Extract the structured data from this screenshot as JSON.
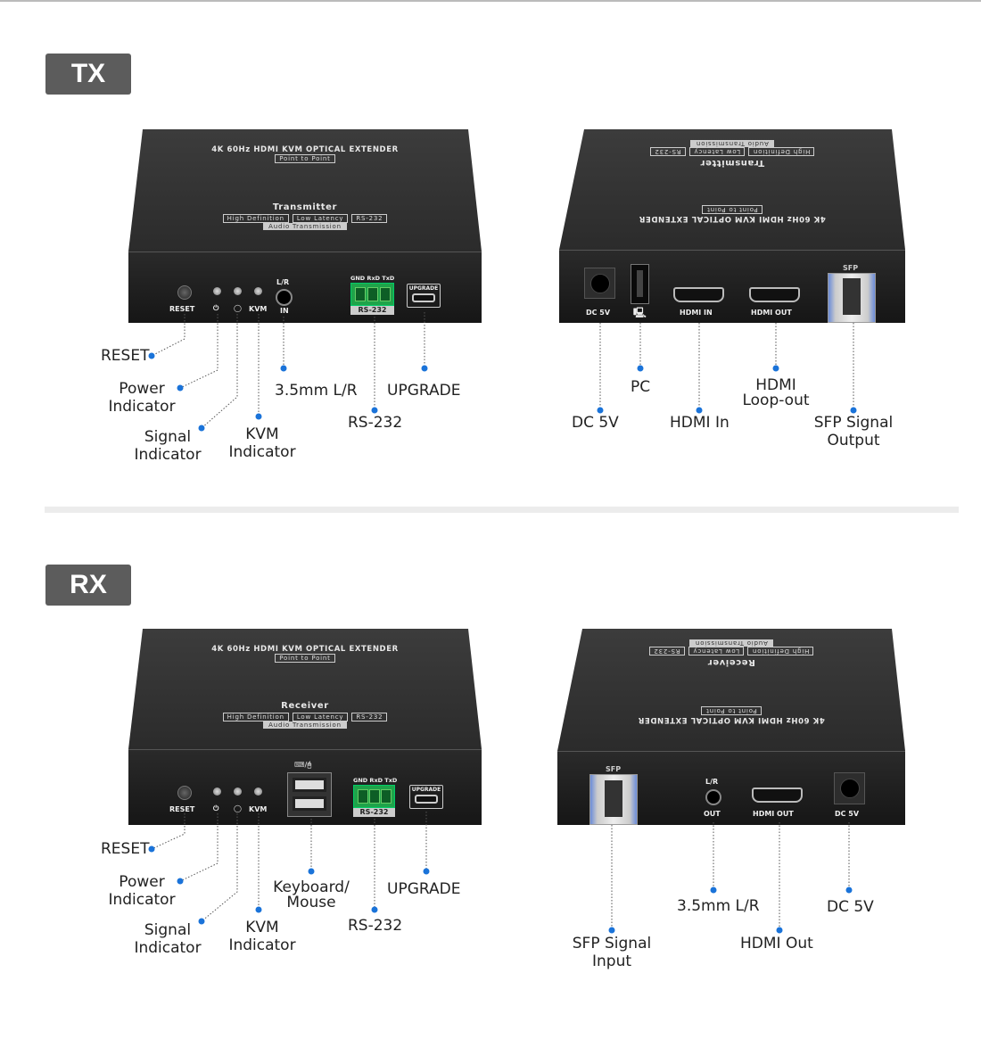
{
  "device": {
    "title": "4K 60Hz HDMI KVM OPTICAL EXTENDER",
    "subtitle": "Point to Point",
    "tags": [
      "High Definition",
      "Low Latency",
      "RS-232"
    ],
    "audio": "Audio Transmission"
  },
  "tx": {
    "badge": "TX",
    "model": "Transmitter",
    "front_ports": {
      "reset": "RESET",
      "power": "⏻",
      "signal": "◯",
      "kvm": "KVM",
      "lr": "L/R",
      "in": "IN",
      "pins": "GND RxD TxD",
      "rs232": "RS-232",
      "upgrade": "UPGRADE"
    },
    "back_ports": {
      "dc": "DC 5V",
      "pc": "🖳",
      "hdmi_in": "HDMI IN",
      "hdmi_out": "HDMI OUT",
      "sfp": "SFP"
    },
    "labels": {
      "reset": "RESET",
      "power": [
        "Power",
        "Indicator"
      ],
      "signal": [
        "Signal",
        "Indicator"
      ],
      "kvm": [
        "KVM",
        "Indicator"
      ],
      "audio": "3.5mm L/R",
      "rs232": "RS-232",
      "upgrade": "UPGRADE",
      "dc": "DC 5V",
      "pc": "PC",
      "hdmi_in": "HDMI In",
      "loop": [
        "HDMI",
        "Loop-out"
      ],
      "sfp": [
        "SFP Signal",
        "Output"
      ]
    }
  },
  "rx": {
    "badge": "RX",
    "model": "Receiver",
    "front_ports": {
      "reset": "RESET",
      "power": "⏻",
      "signal": "◯",
      "kvm": "KVM",
      "usb": "⌨/🖰",
      "pins": "GND RxD TxD",
      "rs232": "RS-232",
      "upgrade": "UPGRADE"
    },
    "back_ports": {
      "sfp": "SFP",
      "lr": "L/R",
      "out": "OUT",
      "hdmi_out": "HDMI OUT",
      "dc": "DC 5V"
    },
    "labels": {
      "reset": "RESET",
      "power": [
        "Power",
        "Indicator"
      ],
      "signal": [
        "Signal",
        "Indicator"
      ],
      "kvm": [
        "KVM",
        "Indicator"
      ],
      "kbm": [
        "Keyboard/",
        "Mouse"
      ],
      "rs232": "RS-232",
      "upgrade": "UPGRADE",
      "sfp": [
        "SFP Signal",
        "Input"
      ],
      "audio": "3.5mm L/R",
      "hdmi_out": "HDMI Out",
      "dc": "DC 5V"
    }
  },
  "colors": {
    "dot": "#1a73d9",
    "badge": "#5c5c5c"
  }
}
